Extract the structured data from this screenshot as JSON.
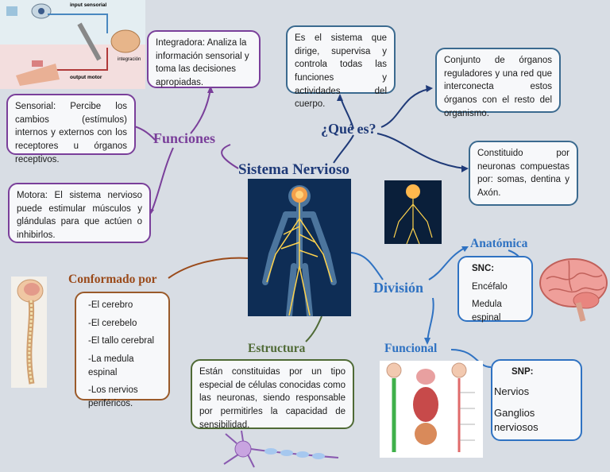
{
  "central": {
    "title": "Sistema Nervioso"
  },
  "funciones": {
    "title": "Funciones",
    "integradora": "Integradora: Analiza la información sensorial y toma las decisiones apropiadas.",
    "sensorial": "Sensorial: Percibe los cambios (estímulos) internos y externos con los receptores u órganos receptivos.",
    "motora": "Motora: El sistema nervioso puede estimular músculos y glándulas para que actúen o inhibirlos."
  },
  "diagram_labels": {
    "input": "input sensorial",
    "integracion": "integración",
    "output": "output motor"
  },
  "que_es": {
    "title": "¿Qué es?",
    "dirige": "Es el sistema que dirige, supervisa y controla todas las funciones y actividades del cuerpo.",
    "conjunto": "Conjunto de órganos reguladores y una red que interconecta estos órganos con el resto del organismo.",
    "constituido": "Constituido por neuronas compuestas por: somas, dentina y Axón."
  },
  "conformado": {
    "title": "Conformado por",
    "items": [
      "-El cerebro",
      "-El cerebelo",
      "-El tallo cerebral",
      "-La medula espinal",
      "-Los nervios periféricos."
    ]
  },
  "estructura": {
    "title": "Estructura",
    "text": "Están constituidas por un tipo especial de células conocidas como las neuronas, siendo responsable por permitirles la capacidad de sensibilidad."
  },
  "division": {
    "title": "División",
    "anatomica": {
      "title": "Anatómica",
      "snc_label": "SNC:",
      "items": [
        "Encéfalo",
        "Medula espinal"
      ]
    },
    "funcional": {
      "title": "Funcional",
      "snp_label": "SNP:",
      "items": [
        "Nervios",
        "Ganglios nerviosos"
      ]
    }
  },
  "colors": {
    "purple": "#7a3f9a",
    "navy": "#1f3a78",
    "brown": "#9a4a1a",
    "green": "#4f6a35",
    "blue": "#2f72c2"
  }
}
